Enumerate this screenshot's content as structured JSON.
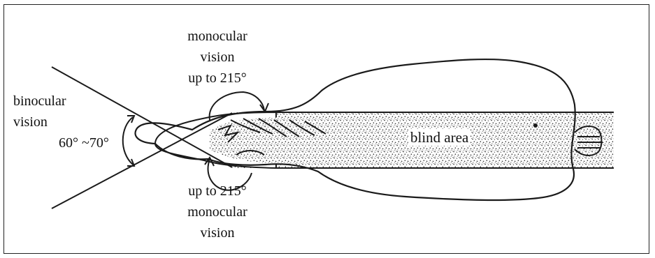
{
  "labels": {
    "monocular_top_line1": "monocular",
    "monocular_top_line2": "vision",
    "monocular_top_line3": "up to 215°",
    "binocular_line1": "binocular",
    "binocular_line2": "vision",
    "binocular_angle": "60° ~70°",
    "blind_area": "blind area",
    "monocular_bottom_line1": "up to 215°",
    "monocular_bottom_line2": "monocular",
    "monocular_bottom_line3": "vision"
  },
  "colors": {
    "line": "#1a1a1a",
    "stipple": "#5a5a5a",
    "background": "#ffffff"
  }
}
